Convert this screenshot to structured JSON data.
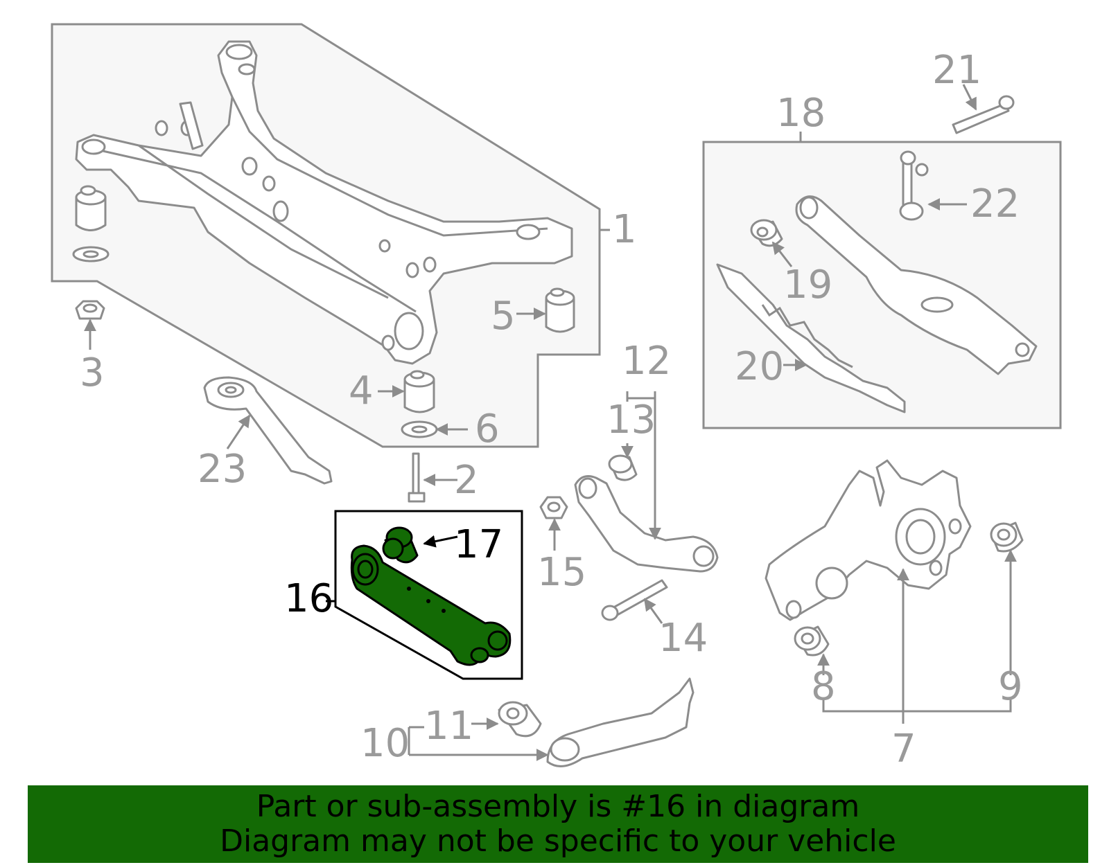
{
  "banner": {
    "line1": "Part or sub-assembly is #16 in diagram",
    "line2": "Diagram may not be specific to your vehicle",
    "color": "#136a05"
  },
  "highlight_color": "#136a05",
  "callouts": {
    "c1": "1",
    "c2": "2",
    "c3": "3",
    "c4": "4",
    "c5": "5",
    "c6": "6",
    "c7": "7",
    "c8": "8",
    "c9": "9",
    "c10": "10",
    "c11": "11",
    "c12": "12",
    "c13": "13",
    "c14": "14",
    "c15": "15",
    "c16": "16",
    "c17": "17",
    "c18": "18",
    "c19": "19",
    "c20": "20",
    "c21": "21",
    "c22": "22",
    "c23": "23"
  },
  "highlighted_part": "16"
}
